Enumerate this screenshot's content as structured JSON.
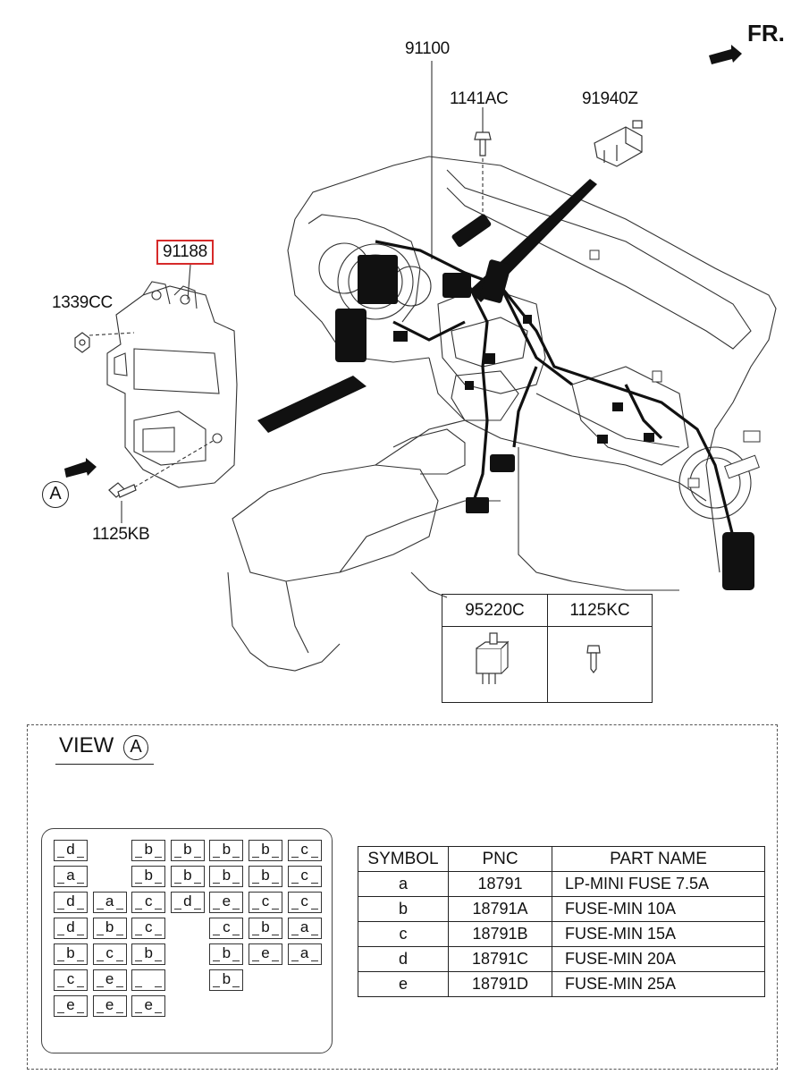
{
  "labels": {
    "harness": "91100",
    "bolt_top": "1141AC",
    "connector_top": "91940Z",
    "junction_box": "91188",
    "nut": "1339CC",
    "bolt_bottom": "1125KB",
    "fr": "FR.",
    "view_marker": "A"
  },
  "parts_box": {
    "left_pnc": "95220C",
    "right_pnc": "1125KC"
  },
  "view": {
    "title": "VIEW",
    "marker": "A"
  },
  "fuses": [
    {
      "row": 0,
      "col": 0,
      "sym": "d"
    },
    {
      "row": 0,
      "col": 2,
      "sym": "b"
    },
    {
      "row": 0,
      "col": 3,
      "sym": "b"
    },
    {
      "row": 0,
      "col": 4,
      "sym": "b"
    },
    {
      "row": 0,
      "col": 5,
      "sym": "b"
    },
    {
      "row": 0,
      "col": 6,
      "sym": "c"
    },
    {
      "row": 1,
      "col": 0,
      "sym": "a"
    },
    {
      "row": 1,
      "col": 2,
      "sym": "b"
    },
    {
      "row": 1,
      "col": 3,
      "sym": "b"
    },
    {
      "row": 1,
      "col": 4,
      "sym": "b"
    },
    {
      "row": 1,
      "col": 5,
      "sym": "b"
    },
    {
      "row": 1,
      "col": 6,
      "sym": "c"
    },
    {
      "row": 2,
      "col": 0,
      "sym": "d"
    },
    {
      "row": 2,
      "col": 1,
      "sym": "a"
    },
    {
      "row": 2,
      "col": 2,
      "sym": "c"
    },
    {
      "row": 2,
      "col": 3,
      "sym": "d"
    },
    {
      "row": 2,
      "col": 4,
      "sym": "e"
    },
    {
      "row": 2,
      "col": 5,
      "sym": "c"
    },
    {
      "row": 2,
      "col": 6,
      "sym": "c"
    },
    {
      "row": 3,
      "col": 0,
      "sym": "d"
    },
    {
      "row": 3,
      "col": 1,
      "sym": "b"
    },
    {
      "row": 3,
      "col": 2,
      "sym": "c"
    },
    {
      "row": 3,
      "col": 4,
      "sym": "c"
    },
    {
      "row": 3,
      "col": 5,
      "sym": "b"
    },
    {
      "row": 3,
      "col": 6,
      "sym": "a"
    },
    {
      "row": 4,
      "col": 0,
      "sym": "b"
    },
    {
      "row": 4,
      "col": 1,
      "sym": "c"
    },
    {
      "row": 4,
      "col": 2,
      "sym": "b"
    },
    {
      "row": 4,
      "col": 4,
      "sym": "b"
    },
    {
      "row": 4,
      "col": 5,
      "sym": "e"
    },
    {
      "row": 4,
      "col": 6,
      "sym": "a"
    },
    {
      "row": 5,
      "col": 0,
      "sym": "c"
    },
    {
      "row": 5,
      "col": 1,
      "sym": "e"
    },
    {
      "row": 5,
      "col": 2,
      "sym": ""
    },
    {
      "row": 5,
      "col": 4,
      "sym": "b"
    },
    {
      "row": 6,
      "col": 0,
      "sym": "e"
    },
    {
      "row": 6,
      "col": 1,
      "sym": "e"
    },
    {
      "row": 6,
      "col": 2,
      "sym": "e"
    }
  ],
  "table": {
    "headers": [
      "SYMBOL",
      "PNC",
      "PART NAME"
    ],
    "rows": [
      [
        "a",
        "18791",
        "LP-MINI FUSE 7.5A"
      ],
      [
        "b",
        "18791A",
        "FUSE-MIN 10A"
      ],
      [
        "c",
        "18791B",
        "FUSE-MIN 15A"
      ],
      [
        "d",
        "18791C",
        "FUSE-MIN 20A"
      ],
      [
        "e",
        "18791D",
        "FUSE-MIN 25A"
      ]
    ]
  }
}
